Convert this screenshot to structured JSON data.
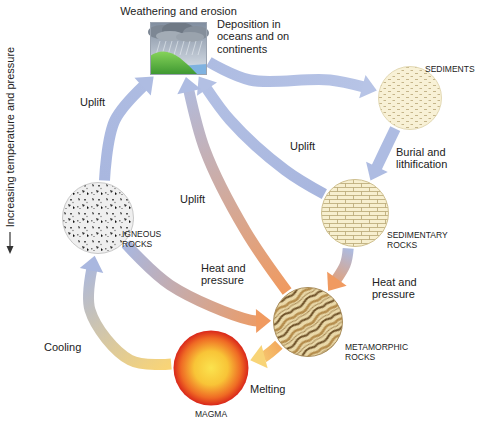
{
  "diagram": {
    "nodes": [
      {
        "text": [
          "Weathering and erosion"
        ]
      },
      {
        "text": [
          "SEDIMENTS"
        ]
      },
      {
        "text": [
          "SEDIMENTARY ROCKS"
        ]
      },
      {
        "text": [
          "METAMORPHIC ROCKS"
        ]
      },
      {
        "text": [
          "MAGMA"
        ]
      },
      {
        "text": [
          "IGNEOUS ROCKS"
        ]
      }
    ],
    "edges": [
      {
        "from": 0,
        "to": 1,
        "arrow": "to",
        "label": "Deposition in oceans and on continents"
      },
      {
        "from": 1,
        "to": 2,
        "arrow": "to",
        "label": "Burial and lithification"
      },
      {
        "from": 2,
        "to": 0,
        "arrow": "to",
        "label": "Uplift"
      },
      {
        "from": 2,
        "to": 3,
        "arrow": "to",
        "label": "Heat and pressure"
      },
      {
        "from": 3,
        "to": 0,
        "arrow": "to",
        "label": "Uplift"
      },
      {
        "from": 3,
        "to": 4,
        "arrow": "to",
        "label": "Melting"
      },
      {
        "from": 4,
        "to": 5,
        "arrow": "to",
        "label": "Cooling"
      },
      {
        "from": 5,
        "to": 0,
        "arrow": "to",
        "label": "Uplift"
      },
      {
        "from": 5,
        "to": 3,
        "arrow": "to",
        "label": "Heat and pressure"
      }
    ],
    "labels": [
      "Increasing temperature and pressure"
    ]
  }
}
